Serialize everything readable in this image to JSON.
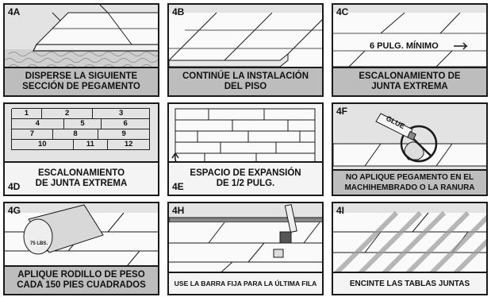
{
  "panels": {
    "a": {
      "tag": "4A",
      "caption": [
        "DISPERSE LA SIGUIENTE",
        "SECCIÓN DE PEGAMENTO"
      ]
    },
    "b": {
      "tag": "4B",
      "caption": [
        "CONTINÚE LA INSTALACIÓN",
        "DEL PISO"
      ]
    },
    "c": {
      "tag": "4C",
      "callout": "6 PULG. MÍNIMO",
      "caption": [
        "ESCALONAMIENTO DE",
        "JUNTA EXTREMA"
      ]
    },
    "d": {
      "tag": "4D",
      "caption": [
        "ESCALONAMIENTO",
        "DE JUNTA EXTREMA"
      ],
      "grid": [
        [
          "1",
          "2",
          "3"
        ],
        [
          "4",
          "5",
          "6"
        ],
        [
          "7",
          "8",
          "9"
        ],
        [
          "10",
          "11",
          "12"
        ]
      ]
    },
    "e": {
      "tag": "4E",
      "caption": [
        "ESPACIO DE EXPANSIÓN",
        "DE 1/2 PULG."
      ]
    },
    "f": {
      "tag": "4F",
      "glue_label": "GLUE",
      "caption": [
        "NO APLIQUE PEGAMENTO EN EL",
        "MACHIHEMBRADO O LA RANURA"
      ]
    },
    "g": {
      "tag": "4G",
      "roller_label": "75 LBS.",
      "caption": [
        "APLIQUE RODILLO DE PESO",
        "CADA 150 PIES CUADRADOS"
      ]
    },
    "h": {
      "tag": "4H",
      "caption": [
        "USE LA BARRA FIJA PARA LA ÚLTIMA FILA"
      ]
    },
    "i": {
      "tag": "4I",
      "caption": [
        "ENCINTE LAS TABLAS JUNTAS"
      ]
    }
  },
  "colors": {
    "panel_bg": "#e3e3e3",
    "caption_bg": "#bdbdbd",
    "line": "#1a1a1a"
  }
}
